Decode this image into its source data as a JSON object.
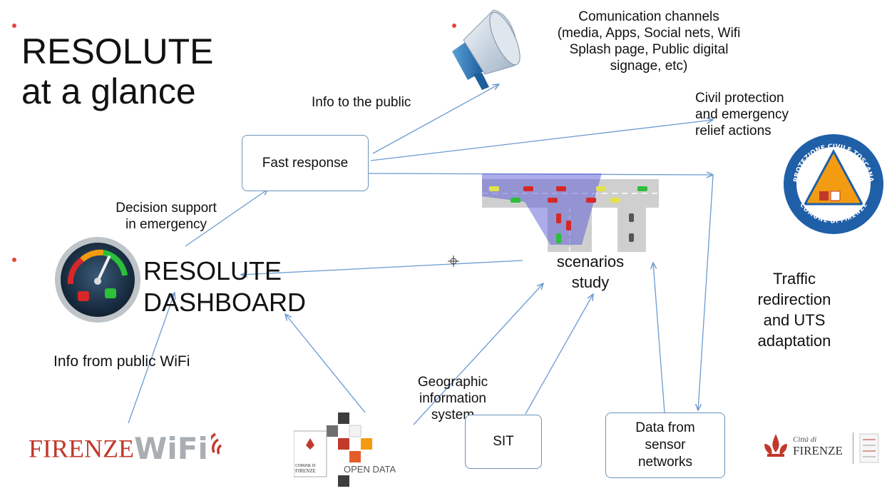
{
  "title": {
    "line1": "RESOLUTE",
    "line2": "at a glance"
  },
  "nodes": {
    "fast_response": "Fast response",
    "sit": "SIT",
    "sensor_data": {
      "line1": "Data from",
      "line2": "sensor",
      "line3": "networks"
    },
    "scenarios": {
      "line1": "scenarios",
      "line2": "study"
    },
    "dashboard": {
      "line1": "RESOLUTE",
      "line2": "DASHBOARD"
    }
  },
  "labels": {
    "comm_channels": {
      "line1": "Comunication channels",
      "line2": "(media, Apps, Social nets, Wifi",
      "line3": "Splash page, Public digital",
      "line4": "signage, etc)"
    },
    "civil_protection": {
      "line1": "Civil protection",
      "line2": "and emergency",
      "line3": "relief actions"
    },
    "info_public": "Info to the public",
    "decision_support": {
      "line1": "Decision support",
      "line2": "in emergency"
    },
    "info_wifi": "Info from public WiFi",
    "geo_info": {
      "line1": "Geographic",
      "line2": "information",
      "line3": "system"
    },
    "traffic": {
      "line1": "Traffic",
      "line2": "redirection",
      "line3": "and UTS",
      "line4": "adaptation"
    }
  },
  "logos": {
    "firenze_wifi": {
      "part1": "FIRENZE",
      "part2": "WiFi"
    },
    "open_data": {
      "comune": "COMUNE DI",
      "firenze": "FIRENZE",
      "label": "OPEN DATA"
    },
    "protezione": {
      "top": "PROTEZIONE CIVILE TOSCANA",
      "bottom": "COMUNE DI FIRENZE"
    },
    "citta": {
      "line1": "Città di",
      "line2": "FIRENZE"
    }
  },
  "icons": [
    "megaphone-icon",
    "gauge-icon",
    "intersection-map",
    "thumbs-down-icon",
    "thumbs-up-icon"
  ],
  "colors": {
    "arrow": "#6b9bd1",
    "box_border": "#6b93b9",
    "bullet": "#e0463a",
    "wifi_red": "#c0392b",
    "triangle_orange": "#f39c12",
    "protezione_blue": "#1f5fa8"
  }
}
